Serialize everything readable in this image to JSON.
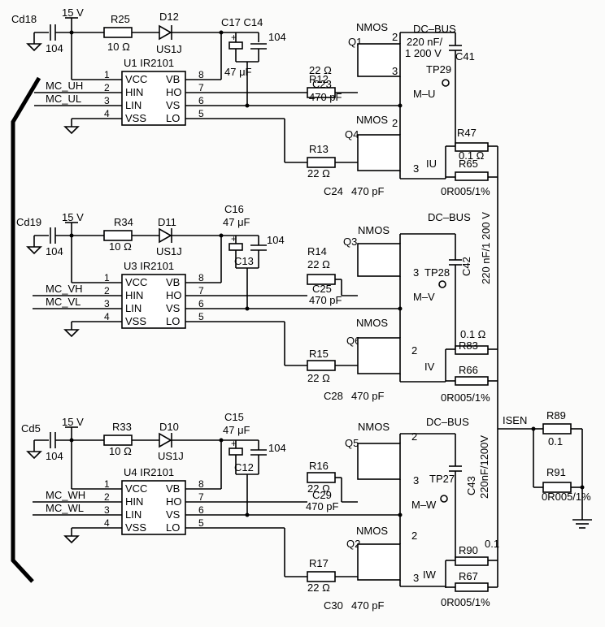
{
  "pins": {
    "vcc": "VCC",
    "hin": "HIN",
    "lin": "LIN",
    "vss": "VSS",
    "vb": "VB",
    "ho": "HO",
    "vs": "VS",
    "lo": "LO",
    "n1": "1",
    "n2": "2",
    "n3": "3",
    "n4": "4",
    "n5": "5",
    "n6": "6",
    "n7": "7",
    "n8": "8"
  },
  "u": {
    "cd18": "Cd18",
    "cd18_val": "104",
    "v15": "15 V",
    "r25": "R25",
    "r25_val": "10 Ω",
    "d12": "D12",
    "us1j": "US1J",
    "c17c14": "C17 C14",
    "plus": "+",
    "c104": "104",
    "c47": "47 μF",
    "chip": "U1 IR2101",
    "mc_h": "MC_UH",
    "mc_l": "MC_UL",
    "r12": "R12",
    "r12_val": "22 Ω",
    "c23": "C23",
    "c23_val": "470 pF",
    "r13": "R13",
    "r13_val": "22 Ω",
    "c24": "C24",
    "c24_val": "470 pF",
    "q_high": "Q1",
    "q_low": "Q4",
    "nmos": "NMOS",
    "dcbus": "DC–BUS",
    "c41_v1": "220 nF/",
    "c41_v2": "1 200 V",
    "c41": "C41",
    "tp": "TP29",
    "node": "M–U",
    "r_a": "R47",
    "r_a_val": "0.1 Ω",
    "r_b": "R65",
    "r_b_val": "0R005/1%",
    "i": "IU"
  },
  "v": {
    "cd": "Cd19",
    "cd_val": "104",
    "v15": "15 V",
    "r": "R34",
    "r_val": "10 Ω",
    "d": "D11",
    "us1j": "US1J",
    "c_a": "C16",
    "c47": "47 μF",
    "plus": "+",
    "c_b": "C13",
    "c104": "104",
    "chip": "U3 IR2101",
    "mc_h": "MC_VH",
    "mc_l": "MC_VL",
    "r_g1": "R14",
    "r_g2": "R15",
    "r_g_val": "22 Ω",
    "c_g1": "C25",
    "c_g2": "C28",
    "c_g_val": "470 pF",
    "q_high": "Q3",
    "q_low": "Q6",
    "nmos": "NMOS",
    "dcbus": "DC–BUS",
    "c_bus": "C42",
    "c_bus_val": "220 nF/1 200 V",
    "tp": "TP28",
    "node": "M–V",
    "r_a": "R83",
    "r_a_val": "0.1 Ω",
    "r_b": "R66",
    "r_b_val": "0R005/1%",
    "i": "IV"
  },
  "w": {
    "cd": "Cd5",
    "cd_val": "104",
    "v15": "15 V",
    "r": "R33",
    "r_val": "10 Ω",
    "d": "D10",
    "us1j": "US1J",
    "c_a": "C15",
    "c47": "47 μF",
    "plus": "+",
    "c_b": "C12",
    "c104": "104",
    "chip": "U4 IR2101",
    "mc_h": "MC_WH",
    "mc_l": "MC_WL",
    "r_g1": "R16",
    "r_g2": "R17",
    "r_g_val": "22 Ω",
    "c_g1": "C29",
    "c_g2": "C30",
    "c_g_val": "470 pF",
    "q_high": "Q5",
    "q_low": "Q2",
    "nmos": "NMOS",
    "dcbus": "DC–BUS",
    "c_bus": "C43",
    "c_bus_val": "220nF/1200V",
    "tp": "TP27",
    "node": "M–W",
    "r_a": "R90",
    "r_a_val": "0.1",
    "r_b": "R67",
    "r_b_val": "0R005/1%",
    "i": "IW"
  },
  "isen": {
    "label": "ISEN",
    "r_a": "R89",
    "r_a_val": "0.1",
    "r_b": "R91",
    "r_b_val": "0R005/1%"
  },
  "ghost": {
    "l1": "",
    "l2": "",
    "l3": "",
    "l4": "",
    "l5": "",
    "l6": "",
    "l7": "",
    "l8": "",
    "l9": "",
    "l10": "",
    "l11": "",
    "l12": "",
    "l13": "",
    "l14": "",
    "l15": "",
    "l16": ""
  }
}
